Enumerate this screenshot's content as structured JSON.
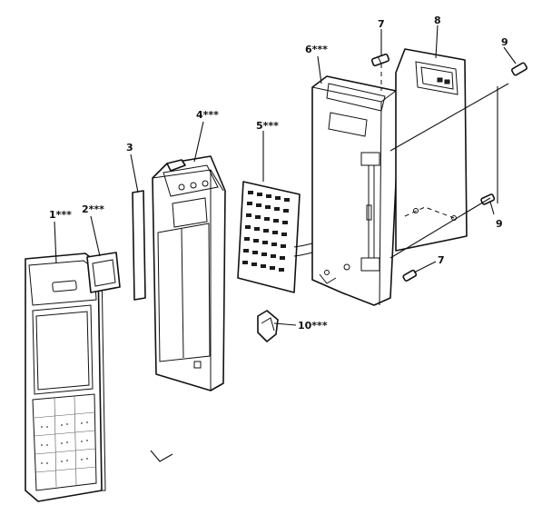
{
  "callouts": {
    "c1": "1***",
    "c2": "2***",
    "c3": "3",
    "c4": "4***",
    "c5": "5***",
    "c6": "6***",
    "c7a": "7",
    "c7b": "7",
    "c8": "8",
    "c9a": "9",
    "c9b": "9",
    "c10": "10***"
  }
}
